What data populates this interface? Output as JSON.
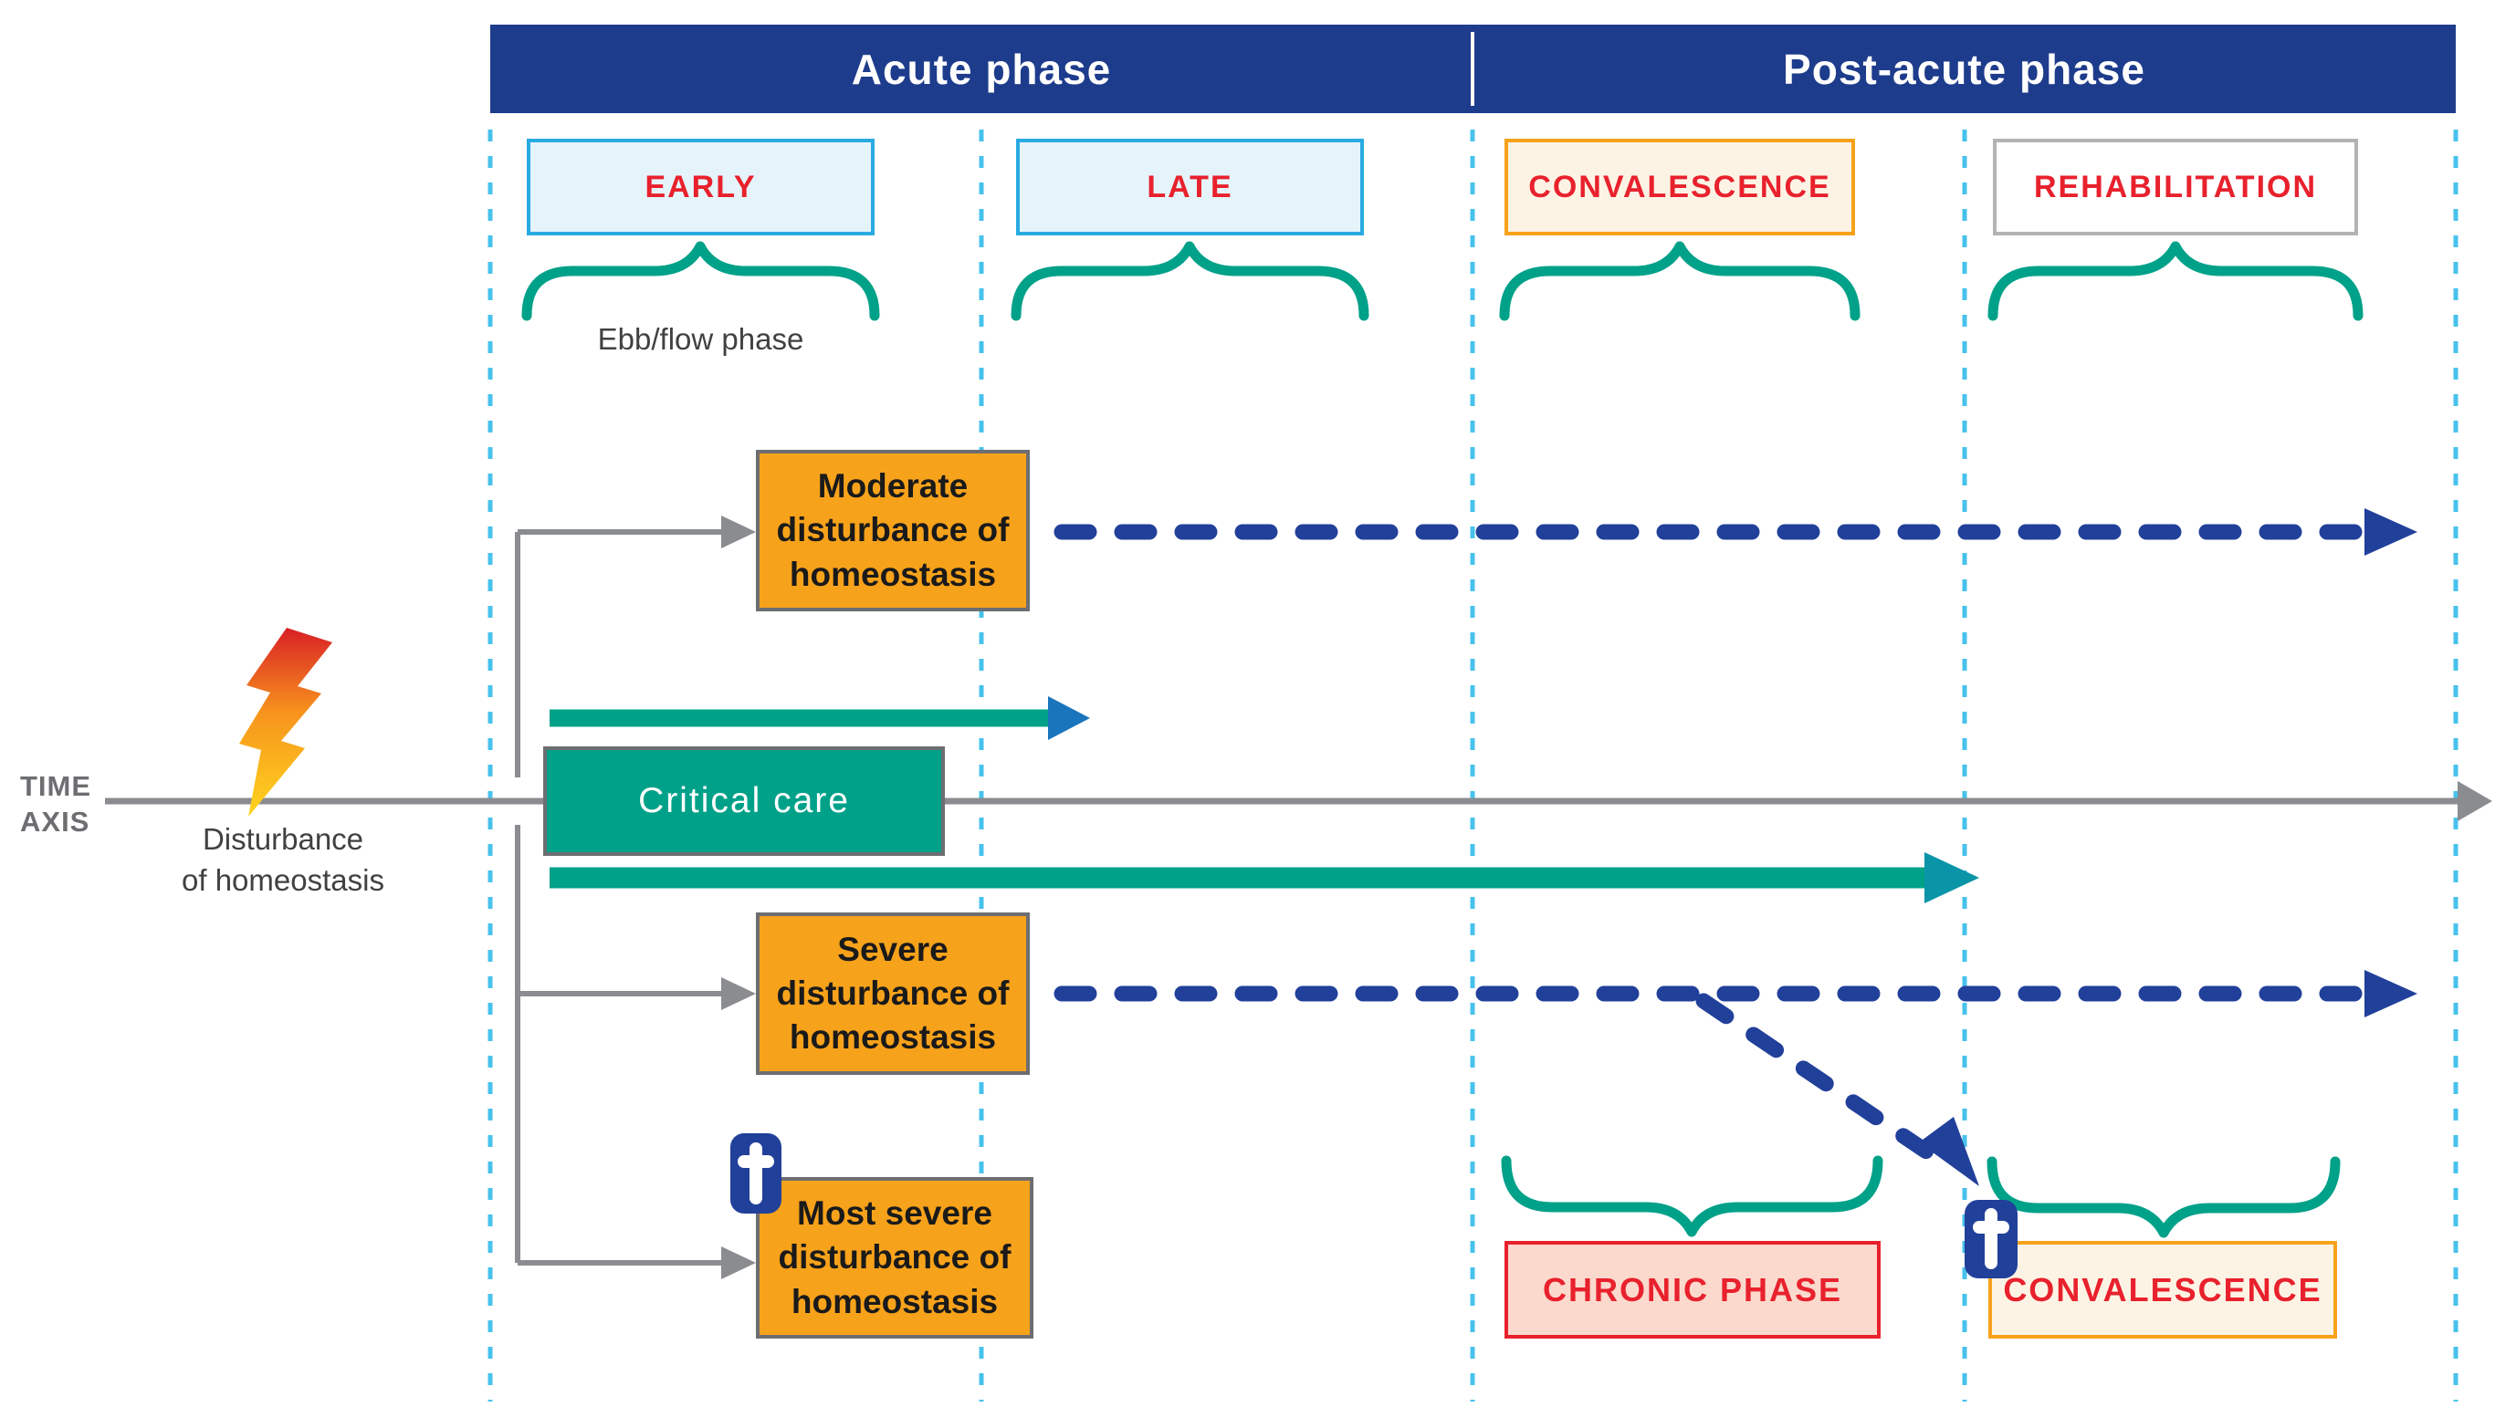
{
  "title_bar": {
    "acute_label": "Acute phase",
    "post_acute_label": "Post-acute phase"
  },
  "phase_columns": [
    {
      "label": "EARLY"
    },
    {
      "label": "LATE"
    },
    {
      "label": "CONVALESCENCE"
    },
    {
      "label": "REHABILITATION"
    }
  ],
  "annotations": {
    "ebb_flow": "Ebb/flow phase",
    "time_axis_line1": "TIME",
    "time_axis_line2": "AXIS",
    "disturbance_line1": "Disturbance",
    "disturbance_line2": "of homeostasis"
  },
  "nodes": {
    "moderate": "Moderate disturbance of homeostasis",
    "severe": "Severe disturbance of homeostasis",
    "most_severe": "Most severe disturbance of homeostasis",
    "critical_care": "Critical care",
    "chronic": "CHRONIC PHASE",
    "late_convalescence": "CONVALESCENCE"
  },
  "icons": {
    "lightning": "lightning-icon",
    "medical_cross": "medical-cross-icon"
  },
  "colors": {
    "header_navy": "#1E3C8C",
    "arrow_navy": "#21409A",
    "teal": "#00A189",
    "teal_arrowhead_blue": "#1B75BC",
    "orange": "#F7A21B",
    "cyan_border": "#29ABE2",
    "dotted_guide": "#47C2EC",
    "red": "#E8212D",
    "chronic_pink": "#FBD9CD",
    "cream": "#FDF3E4",
    "gray_line": "#8A8C8F",
    "box_border_gray": "#6D6E71",
    "bolt_red": "#D91F26",
    "bolt_orange": "#F7941D",
    "bolt_yellow": "#FFD51E"
  }
}
